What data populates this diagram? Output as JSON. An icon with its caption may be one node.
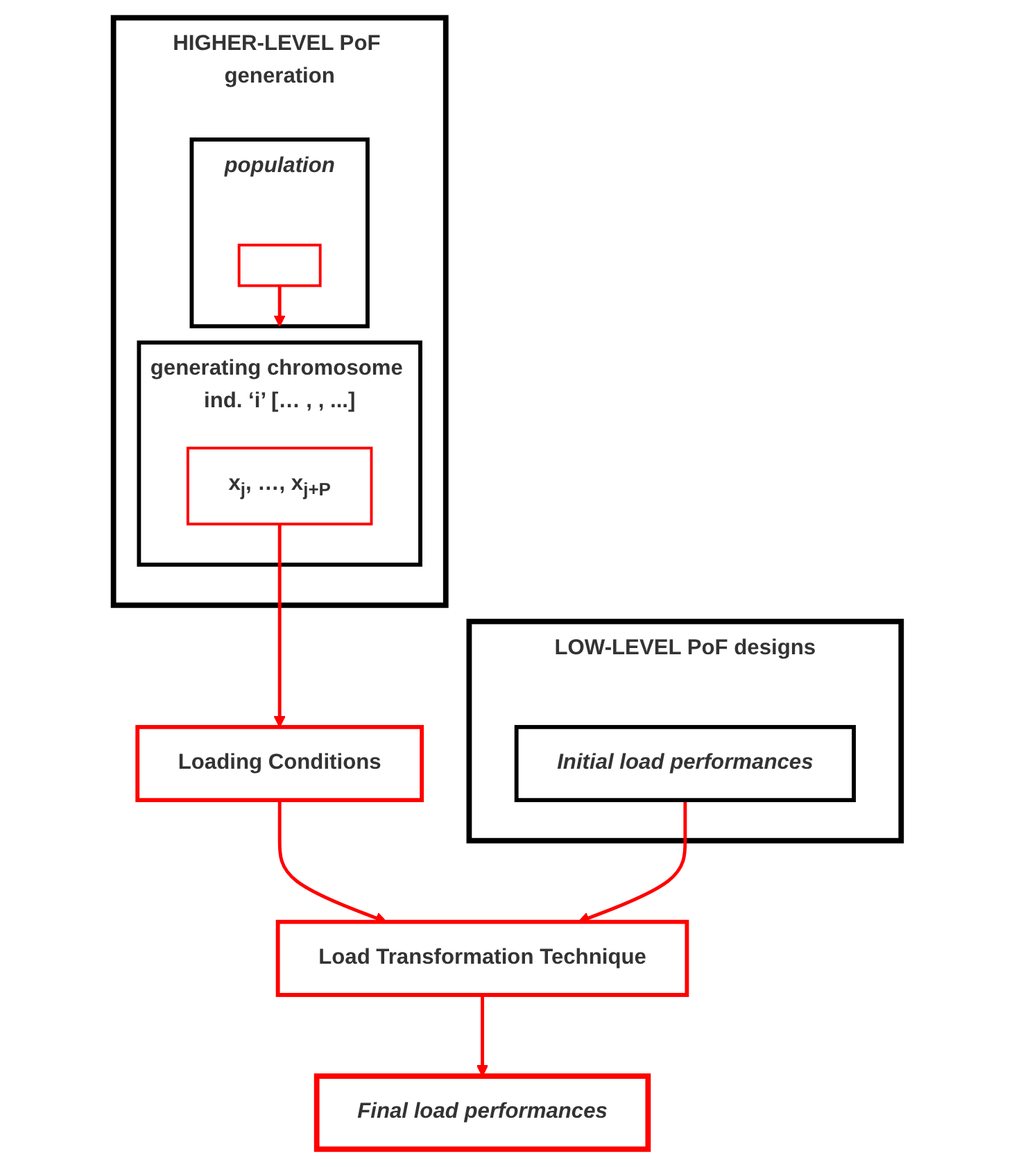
{
  "diagram": {
    "nodes": [
      {
        "text": [
          "HIGHER-LEVEL PoF generation"
        ]
      },
      {
        "text": [
          "population"
        ],
        "in": 0
      },
      {
        "text": [],
        "shape": "box",
        "in": 1
      },
      {
        "text": [
          "generating chromosome ind. ‘i’",
          "[… ,",
          ", ...]"
        ],
        "in": 0
      },
      {
        "text": [
          "x$_{j}$, …, x$_{j+P}$"
        ],
        "in": 3
      },
      {
        "text": [
          "LOW-LEVEL PoF designs"
        ]
      },
      {
        "text": [
          "Initial load performances"
        ],
        "in": 5
      },
      {
        "text": [
          "Loading Conditions"
        ]
      },
      {
        "text": [
          "Load Transformation Technique"
        ]
      },
      {
        "text": [
          "Final load performances"
        ]
      }
    ],
    "edges": [
      {
        "from": 2,
        "to": 3,
        "arrow": "to"
      },
      {
        "from": 4,
        "to": 7,
        "arrow": "to"
      },
      {
        "from": 7,
        "to": 8,
        "arrow": "to"
      },
      {
        "from": 6,
        "to": 8,
        "arrow": "to"
      },
      {
        "from": 8,
        "to": 9,
        "arrow": "to"
      }
    ]
  }
}
